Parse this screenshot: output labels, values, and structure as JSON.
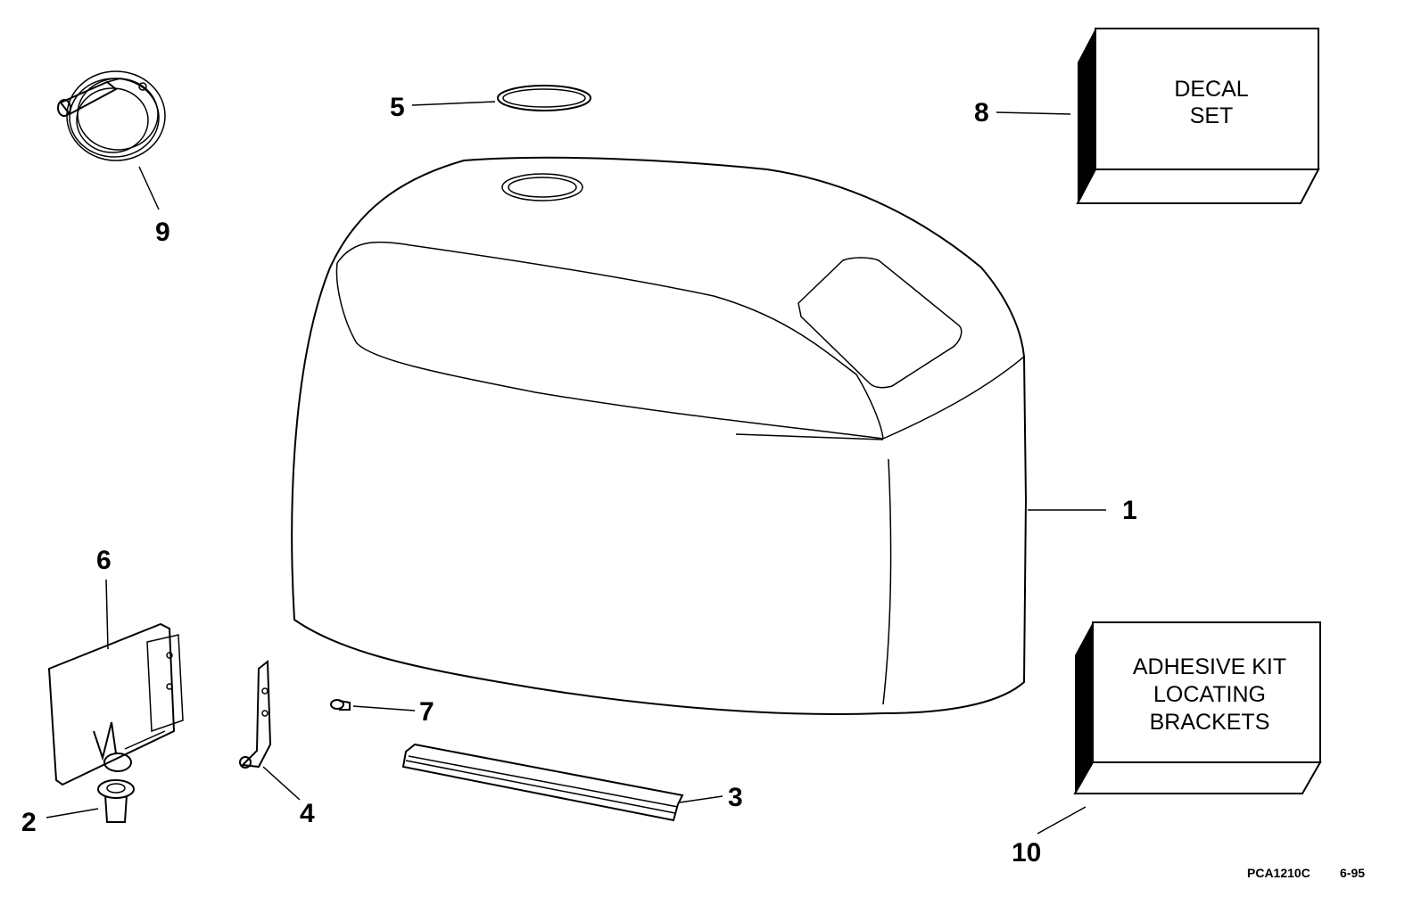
{
  "callouts": {
    "c1": "1",
    "c2": "2",
    "c3": "3",
    "c4": "4",
    "c5": "5",
    "c6": "6",
    "c7": "7",
    "c8": "8",
    "c9": "9",
    "c10": "10"
  },
  "boxes": {
    "decal": {
      "line1": "DECAL",
      "line2": "SET"
    },
    "adhesive": {
      "line1": "ADHESIVE KIT",
      "line2": "LOCATING",
      "line3": "BRACKETS"
    }
  },
  "figure_code": {
    "id": "PCA1210C",
    "date": "6-95"
  }
}
